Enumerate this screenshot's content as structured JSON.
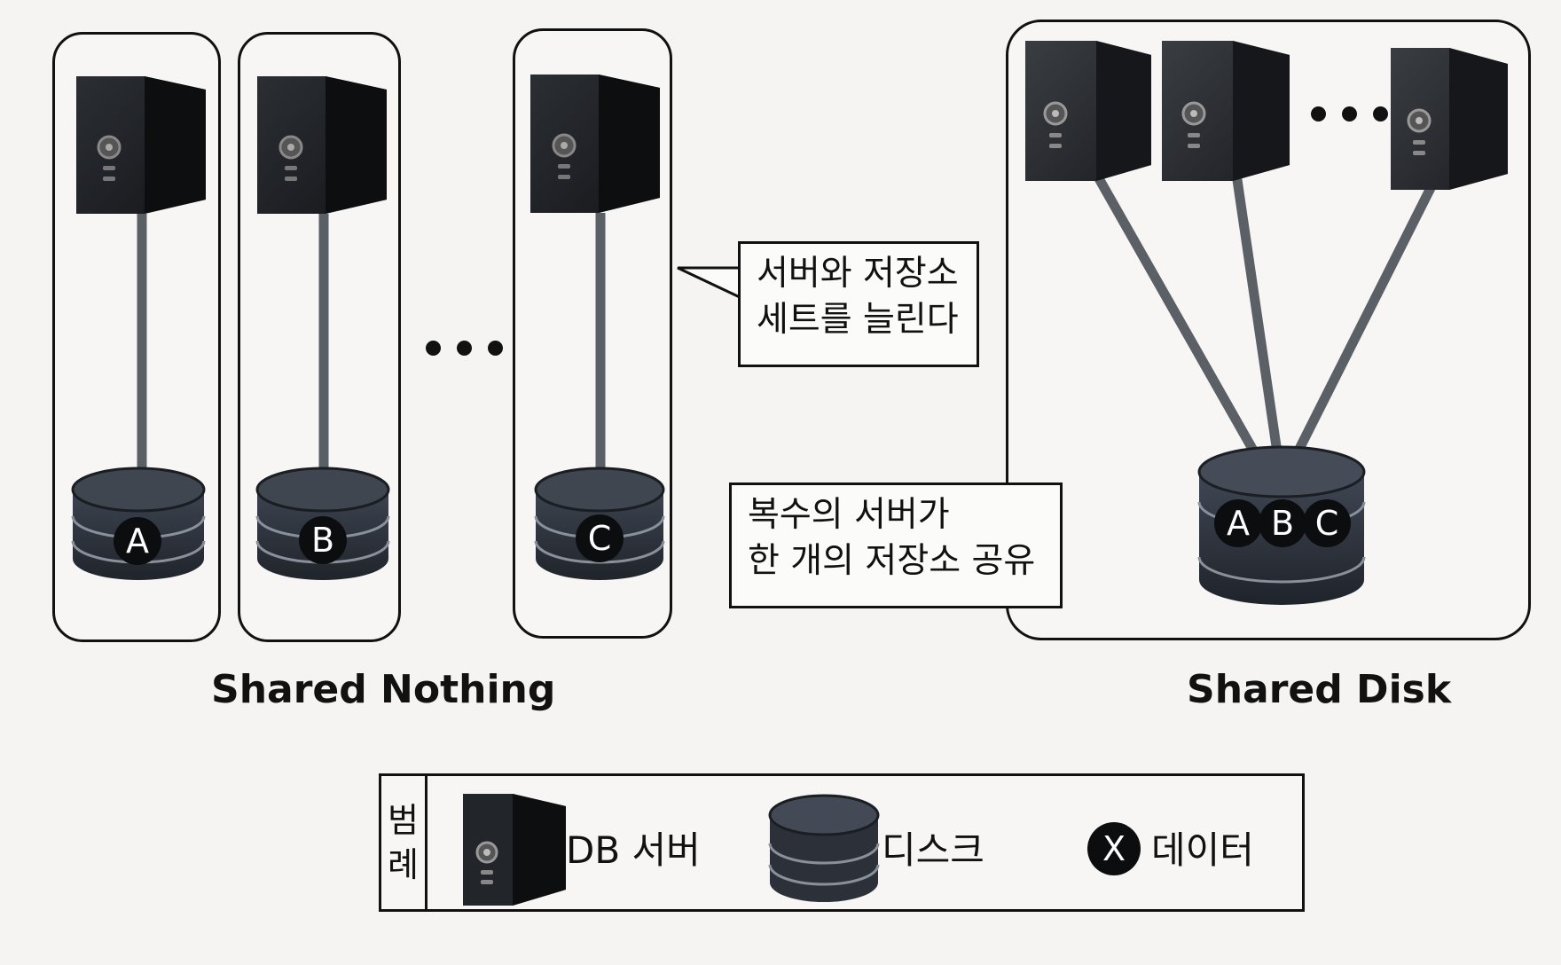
{
  "shared_nothing": {
    "caption": "Shared Nothing",
    "nodes": [
      {
        "data_label": "A"
      },
      {
        "data_label": "B"
      },
      {
        "data_label": "C"
      }
    ],
    "callout": {
      "line1": "서버와 저장소",
      "line2": "세트를 늘린다"
    }
  },
  "shared_disk": {
    "caption": "Shared Disk",
    "disk_labels": [
      "A",
      "B",
      "C"
    ],
    "callout": {
      "line1": "복수의 서버가",
      "line2": "한 개의 저장소 공유"
    }
  },
  "legend": {
    "title_line1": "범",
    "title_line2": "례",
    "server_label": "DB 서버",
    "disk_label": "디스크",
    "data_symbol": "X",
    "data_label": "데이터"
  }
}
